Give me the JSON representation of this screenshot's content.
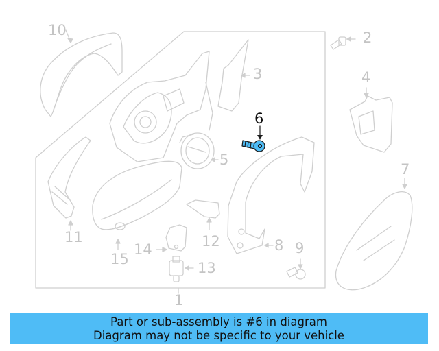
{
  "diagram": {
    "highlight_part": "6",
    "colors": {
      "line": "#cfcfcf",
      "label": "#c4c4c4",
      "highlight_fill": "#4fbcf6",
      "highlight_label": "#111111"
    },
    "callouts": [
      {
        "id": "1",
        "label": "1"
      },
      {
        "id": "2",
        "label": "2"
      },
      {
        "id": "3",
        "label": "3"
      },
      {
        "id": "4",
        "label": "4"
      },
      {
        "id": "5",
        "label": "5"
      },
      {
        "id": "6",
        "label": "6"
      },
      {
        "id": "7",
        "label": "7"
      },
      {
        "id": "8",
        "label": "8"
      },
      {
        "id": "9",
        "label": "9"
      },
      {
        "id": "10",
        "label": "10"
      },
      {
        "id": "11",
        "label": "11"
      },
      {
        "id": "12",
        "label": "12"
      },
      {
        "id": "13",
        "label": "13"
      },
      {
        "id": "14",
        "label": "14"
      },
      {
        "id": "15",
        "label": "15"
      }
    ]
  },
  "banner": {
    "line1": "Part or sub-assembly is #6 in diagram",
    "line2": "Diagram may not be specific to your vehicle",
    "color": "#4fbcf6"
  }
}
